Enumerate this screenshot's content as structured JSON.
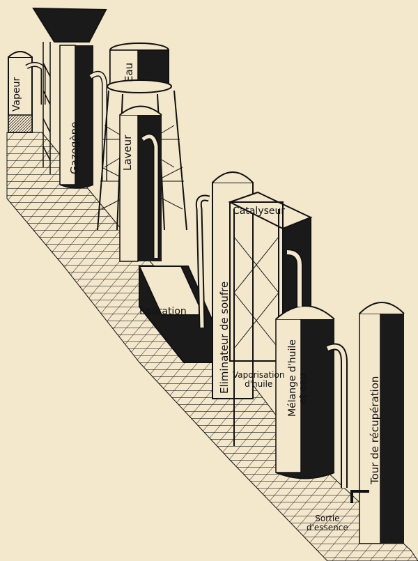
{
  "labels": {
    "vapeur": "Vapeur",
    "gazogene": "Gazogène",
    "eau": "Eau",
    "laveur": "Laveur",
    "catalyseur": "Catalyseur",
    "eliminateur": "Eliminateur de soufre",
    "epuration": "Epuration",
    "vaporisation_line1": "Vaporisation",
    "vaporisation_line2": "d'huile",
    "melange_line1": "Mélange d'huile",
    "melange_line2": "et eau",
    "tour": "Tour de récupération",
    "sortie_line1": "Sortie",
    "sortie_line2": "d'essence"
  },
  "colors": {
    "paper": "#f3e7cc",
    "ink": "#111111",
    "shadow": "#1a1a1a"
  }
}
